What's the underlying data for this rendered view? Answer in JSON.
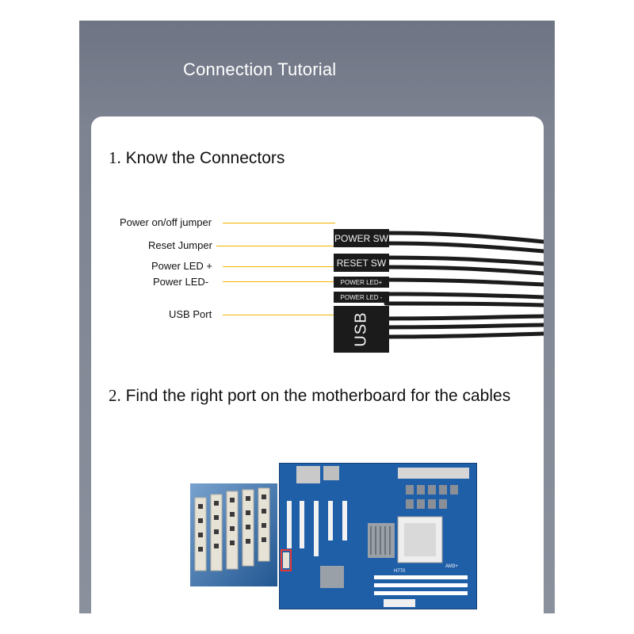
{
  "header": {
    "title": "Connection Tutorial"
  },
  "step1": {
    "number": "1.",
    "text": "Know the Connectors",
    "labels": [
      "Power on/off jumper",
      "Reset Jumper",
      "Power LED +",
      "Power LED-",
      "USB Port"
    ],
    "connectors": [
      "POWER SW",
      "RESET SW",
      "POWER LED+",
      "POWER LED -",
      "USB"
    ]
  },
  "step2": {
    "number": "2.",
    "text": "Find the right port on the motherboard for the cables"
  },
  "motherboard": {
    "chipset_mark": "AM3+",
    "board_mark": "H770"
  },
  "colors": {
    "background": "#7d8391",
    "card": "#ffffff",
    "leader_line": "#f2b400",
    "connector": "#1b1b1b",
    "board": "#1f5fa8",
    "highlight": "#e53935"
  }
}
